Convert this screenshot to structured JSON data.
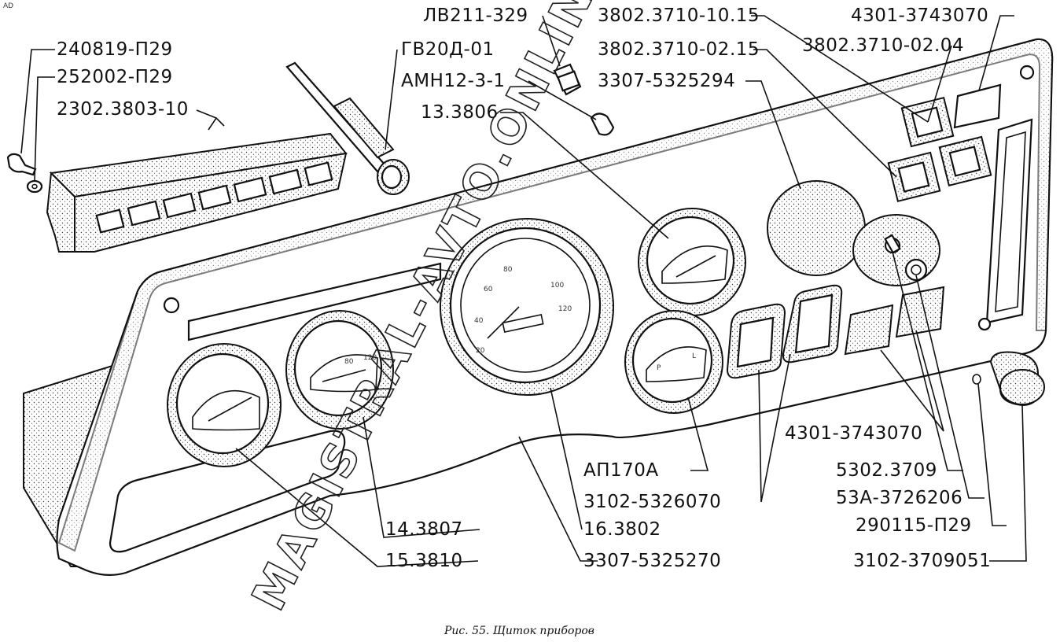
{
  "figure": {
    "caption": "Рис. 55. Щиток приборов",
    "corner_mark": "AD",
    "watermark": "MAGISTRAL-AVTO.ONLINE"
  },
  "labels": {
    "l240819": "240819-П29",
    "l252002": "252002-П29",
    "l2302": "2302.3803-10",
    "lLV211": "ЛВ211-329",
    "lGV20D": "ГВ20Д-01",
    "lAMN12": "АМН12-3-1",
    "l133806": "13.3806",
    "l3802_1015": "3802.3710-10.15",
    "l3802_0215": "3802.3710-02.15",
    "l3307_294": "3307-5325294",
    "l4301_top": "4301-3743070",
    "l3802_0204": "3802.3710-02.04",
    "l4301_mid": "4301-3743070",
    "l5302": "5302.3709",
    "l53A": "53А-3726206",
    "l290115": "290115-П29",
    "l3102_051": "3102-3709051",
    "lAP170A": "АП170А",
    "l3102_070": "3102-5326070",
    "l143807": "14.3807",
    "l163802": "16.3802",
    "l153810": "15.3810",
    "l3307_270": "3307-5325270"
  },
  "gauge_marks": {
    "speedo": [
      "80",
      "100",
      "120",
      "60",
      "40",
      "20"
    ],
    "temp": [
      "80",
      "120"
    ],
    "volt": [
      "P",
      "L"
    ]
  }
}
